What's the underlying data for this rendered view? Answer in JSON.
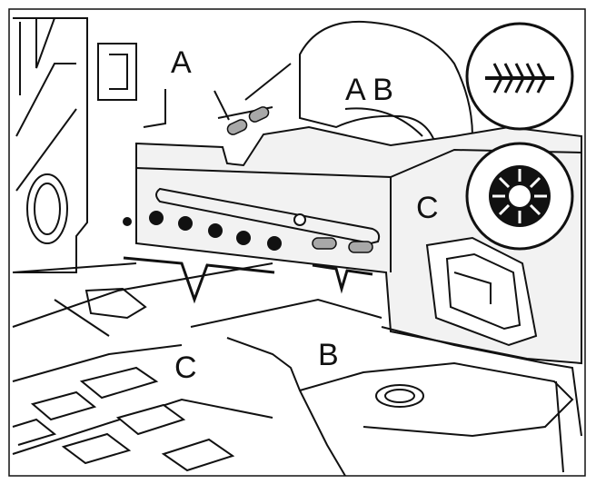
{
  "labels": {
    "a_top": "A",
    "ab": "A B",
    "c_right": "C",
    "c_bottom": "C",
    "b_bottom": "B"
  },
  "icons": {
    "seam_icon": "stitched-seam-icon",
    "fan_icon": "ventilation-fan-icon"
  },
  "colors": {
    "ink": "#111111",
    "background": "#ffffff",
    "gray_fill": "#a8a8a8",
    "panel_fill": "#f2f2f2"
  }
}
